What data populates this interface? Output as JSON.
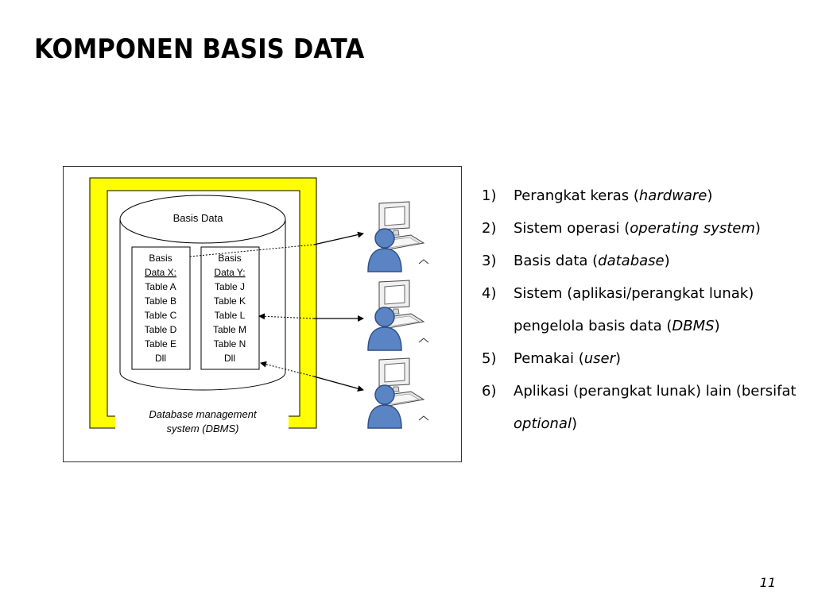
{
  "slide": {
    "title": "KOMPONEN BASIS DATA",
    "page_number": "11"
  },
  "diagram": {
    "cylinder_label": "Basis Data",
    "db_x": {
      "lines": [
        "Basis",
        "Data X:",
        "Table A",
        "Table B",
        "Table C",
        "Table D",
        "Table E",
        "Dll"
      ]
    },
    "db_y": {
      "lines": [
        "Basis",
        "Data Y:",
        "Table J",
        "Table K",
        "Table L",
        "Table M",
        "Table N",
        "Dll"
      ]
    },
    "dbms_label_line1": "Database management",
    "dbms_label_line2": "system (DBMS)",
    "colors": {
      "dbms_frame": "#ffff00",
      "user_figure": "#5b84c4"
    },
    "user_icon": "user-computer-icon"
  },
  "components": [
    {
      "num": "1)",
      "pre": "Perangkat keras (",
      "em": "hardware",
      "post": ")"
    },
    {
      "num": "2)",
      "pre": "Sistem operasi (",
      "em": "operating system",
      "post": ")"
    },
    {
      "num": "3)",
      "pre": "Basis data (",
      "em": "database",
      "post": ")"
    },
    {
      "num": "4)",
      "pre": "Sistem (aplikasi/perangkat lunak) pengelola basis data (",
      "em": "DBMS",
      "post": ")"
    },
    {
      "num": "5)",
      "pre": "Pemakai (",
      "em": "user",
      "post": ")"
    },
    {
      "num": "6)",
      "pre": "Aplikasi (perangkat lunak) lain (bersifat ",
      "em": "optional",
      "post": ")"
    }
  ]
}
